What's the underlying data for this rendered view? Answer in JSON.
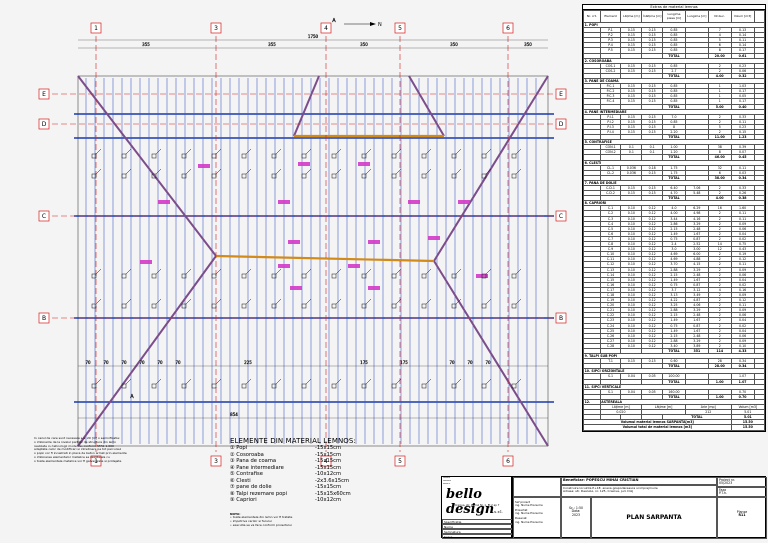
{
  "grid": {
    "columns": [
      "1",
      "3",
      "4",
      "5",
      "6"
    ],
    "rows": [
      "E",
      "D",
      "C",
      "B"
    ],
    "north_label": "N",
    "dims_top": [
      "1750",
      "355",
      "355",
      "350",
      "350",
      "350"
    ],
    "dims_bottom": [
      "70",
      "70",
      "70",
      "70",
      "70",
      "70",
      "225",
      "175",
      "175",
      "70",
      "70",
      "70"
    ],
    "dim_total_bottom": "854",
    "section_label": "A"
  },
  "materials": {
    "caption": "Extras de material lemnos",
    "headers": [
      "Nr. crt.",
      "Element",
      "Lățime [m]",
      "Înălțime [m]",
      "Lungime piesa [m]",
      "Lungime [m]",
      "Nr.buc.",
      "Volum [m3]"
    ],
    "sections": [
      {
        "title": "1. POPI",
        "rows": [
          [
            "P.1",
            "0.15",
            "0.15",
            "0.85",
            "",
            "7",
            "0.13"
          ],
          [
            "P.2",
            "0.15",
            "0.15",
            "0.85",
            "",
            "4",
            "0.14"
          ],
          [
            "P.3",
            "0.15",
            "0.15",
            "0.85",
            "",
            "5",
            "0.11"
          ],
          [
            "P.4",
            "0.15",
            "0.15",
            "0.85",
            "",
            "6",
            "0.14"
          ],
          [
            "P.5",
            "0.15",
            "0.15",
            "0.85",
            "",
            "8",
            "0.17"
          ]
        ],
        "total": [
          "TOTAL",
          "",
          "20.00",
          "0.61"
        ]
      },
      {
        "title": "2. COSOROABA",
        "rows": [
          [
            "COS.1",
            "0.15",
            "0.15",
            "0.85",
            "",
            "2",
            "0.23"
          ],
          [
            "COS.2",
            "0.15",
            "0.15",
            "2.7",
            "",
            "2",
            "0.06"
          ]
        ],
        "total": [
          "TOTAL",
          "",
          "4.00",
          "0.32"
        ]
      },
      {
        "title": "3. PANE DE COAMA",
        "rows": [
          [
            "P.C.1",
            "0.15",
            "0.15",
            "0.85",
            "",
            "1",
            "1.03"
          ],
          [
            "P.C.2",
            "0.15",
            "0.15",
            "0.85",
            "",
            "1",
            "0.17"
          ],
          [
            "P.C.3",
            "0.15",
            "0.15",
            "0.85",
            "",
            "1",
            "0.05"
          ],
          [
            "P.C.4",
            "0.15",
            "0.15",
            "0.85",
            "",
            "1",
            "0.17"
          ]
        ],
        "total": [
          "TOTAL",
          "",
          "5.00",
          "0.40"
        ]
      },
      {
        "title": "4. PANE INTERMEDIARE",
        "rows": [
          [
            "P.I.1",
            "0.15",
            "0.15",
            "7.0",
            "",
            "2",
            "0.33"
          ],
          [
            "P.I.2",
            "0.15",
            "0.15",
            "0.85",
            "",
            "2",
            "0.11"
          ],
          [
            "P.I.3",
            "0.15",
            "0.15",
            "8",
            "",
            "5",
            "0.23"
          ],
          [
            "P.I.4",
            "0.15",
            "0.15",
            "2.20",
            "",
            "2",
            "0.15"
          ]
        ],
        "total": [
          "TOTAL",
          "",
          "11.00",
          "1.23"
        ]
      },
      {
        "title": "5. CONTRAFISE",
        "rows": [
          [
            "CON.1",
            "0.1",
            "0.1",
            "1.00",
            "",
            "38",
            "0.39"
          ],
          [
            "CON.2",
            "0.1",
            "0.1",
            "1.20",
            "",
            "8",
            "0.07"
          ]
        ],
        "total": [
          "TOTAL",
          "",
          "46.00",
          "0.45"
        ]
      },
      {
        "title": "6. CLESTI",
        "rows": [
          [
            "CL.1",
            "0.036",
            "0.18",
            "1.75",
            "",
            "32",
            "0.11"
          ],
          [
            "CL.2",
            "0.036",
            "0.15",
            "1.75",
            "",
            "6",
            "0.03"
          ]
        ],
        "total": [
          "TOTAL",
          "",
          "38.00",
          "0.34"
        ]
      },
      {
        "title": "7. PANA DE DOLIE",
        "rows": [
          [
            "C.D.1",
            "0.15",
            "0.15",
            "6.40",
            "7.06",
            "2",
            "0.33"
          ],
          [
            "C.D.2",
            "0.15",
            "0.15",
            "4.70",
            "5.48",
            "2",
            "0.26"
          ]
        ],
        "total": [
          "TOTAL",
          "",
          "4.00",
          "0.38"
        ]
      },
      {
        "title": "8. CAPRIORI",
        "rows": [
          [
            "C.1",
            "0.10",
            "0.12",
            "4.0",
            "6.29",
            "16",
            "1.60"
          ],
          [
            "C.2",
            "0.10",
            "0.12",
            "4.00",
            "4.98",
            "2",
            "0.11"
          ],
          [
            "C.3",
            "0.10",
            "0.12",
            "3.44",
            "4.16",
            "2",
            "0.11"
          ],
          [
            "C.4",
            "0.10",
            "0.12",
            "2.86",
            "3.29",
            "2",
            "0.09"
          ],
          [
            "C.5",
            "0.10",
            "0.12",
            "2.15",
            "2.48",
            "2",
            "0.06"
          ],
          [
            "C.6",
            "0.10",
            "0.12",
            "1.49",
            "1.67",
            "2",
            "0.04"
          ],
          [
            "C.7",
            "0.10",
            "0.12",
            "0.75",
            "0.87",
            "2",
            "0.02"
          ],
          [
            "C.8",
            "0.10",
            "0.12",
            "2.4",
            "2.52",
            "14",
            "0.75"
          ],
          [
            "C.9",
            "0.10",
            "0.12",
            "3.0",
            "3.00",
            "12",
            "0.43"
          ],
          [
            "C.10",
            "0.10",
            "0.12",
            "4.69",
            "6.00",
            "2",
            "0.19"
          ],
          [
            "C.11",
            "0.10",
            "0.12",
            "4.69",
            "4.88",
            "2",
            "0.12"
          ],
          [
            "C.12",
            "0.10",
            "0.12",
            "3.70",
            "4.15",
            "2",
            "0.11"
          ],
          [
            "C.13",
            "0.10",
            "0.12",
            "2.88",
            "3.29",
            "2",
            "0.09"
          ],
          [
            "C.14",
            "0.10",
            "0.12",
            "2.15",
            "2.48",
            "2",
            "0.06"
          ],
          [
            "C.15",
            "0.10",
            "0.12",
            "1.49",
            "1.67",
            "2",
            "0.04"
          ],
          [
            "C.16",
            "0.10",
            "0.12",
            "0.75",
            "0.87",
            "2",
            "0.02"
          ],
          [
            "C.17",
            "0.10",
            "0.12",
            "3.7",
            "3.12",
            "4",
            "0.16"
          ],
          [
            "C.18",
            "0.10",
            "0.12",
            "3.13",
            "3.49",
            "2",
            "0.09"
          ],
          [
            "C.19",
            "0.10",
            "0.12",
            "4.22",
            "4.87",
            "2",
            "0.12"
          ],
          [
            "C.20",
            "0.10",
            "0.12",
            "3.25",
            "4.06",
            "2",
            "0.11"
          ],
          [
            "C.21",
            "0.10",
            "0.12",
            "2.88",
            "3.29",
            "2",
            "0.09"
          ],
          [
            "C.22",
            "0.10",
            "0.12",
            "2.15",
            "2.48",
            "2",
            "0.06"
          ],
          [
            "C.23",
            "0.10",
            "0.12",
            "1.49",
            "1.67",
            "2",
            "0.04"
          ],
          [
            "C.24",
            "0.10",
            "0.12",
            "0.75",
            "0.87",
            "2",
            "0.02"
          ],
          [
            "C.25",
            "0.10",
            "0.12",
            "1.49",
            "1.67",
            "2",
            "0.04"
          ],
          [
            "C.26",
            "0.10",
            "0.12",
            "2.15",
            "2.48",
            "2",
            "0.06"
          ],
          [
            "C.27",
            "0.10",
            "0.12",
            "2.88",
            "3.29",
            "2",
            "0.09"
          ],
          [
            "C.28",
            "0.10",
            "0.12",
            "3.40",
            "3.89",
            "2",
            "0.10"
          ]
        ],
        "total": [
          "TOTAL",
          "351",
          "114",
          "4.33"
        ]
      },
      {
        "title": "9. TALPI SUB POPI",
        "rows": [
          [
            "T.1",
            "0.15",
            "0.15",
            "0.60",
            "",
            "28",
            "0.34"
          ]
        ],
        "total": [
          "TOTAL",
          "",
          "28.00",
          "0.34"
        ]
      },
      {
        "title": "10. SIPCI ORIZONTALE",
        "rows": [
          [
            "S.1",
            "0.04",
            "0.05",
            "100.00",
            "",
            "",
            "1.07"
          ]
        ],
        "total": [
          "TOTAL",
          "",
          "1.00",
          "1.07"
        ]
      },
      {
        "title": "11. SIPCI VERTICALE",
        "rows": [
          [
            "S.1",
            "0.04",
            "0.05",
            "160.00",
            "",
            "",
            "0.70"
          ]
        ],
        "total": [
          "TOTAL",
          "",
          "1.00",
          "0.70"
        ]
      }
    ],
    "astereala": {
      "nr": "12.",
      "title": "ASTEREALA",
      "headers": [
        "Lățime [m]",
        "Lățime [m]",
        "Arie [mp]",
        "Volum [m3]"
      ],
      "row": [
        "0.020",
        "",
        "212",
        "5.01"
      ],
      "total_label": "TOTAL",
      "total": "5.01"
    },
    "volume_rows": [
      [
        "Volumul material lemnos SARPANTA[m3]",
        "15.50"
      ],
      [
        "Volumul total de material lemnos [m3]",
        "15.50"
      ]
    ]
  },
  "notes": [
    "In cazul de care sunt necesare s.a. 20 [m] o semnificatie:",
    "o imbinarile de la nivelul partilor de structura din lemn",
    "realizate cu tehnologii moderne, conform STAS 1.000",
    "adaptate celor de modificari si intretinere pe tot parcursul",
    "o popii vor fi incastrati in placa de beton armat prin elemente",
    "o imbinarea elementelor metalice se realizeaza cu",
    "o toate elementele metalice vor fi galvanizate si protejate"
  ],
  "legend": {
    "title": "ELEMENTE DIN MATERIAL LEMNOS:",
    "items": [
      {
        "label": "① Popi",
        "value": "-15x15cm"
      },
      {
        "label": "② Cosoroaba",
        "value": "-15x15cm"
      },
      {
        "label": "③ Pana de coama",
        "value": "-15x15cm"
      },
      {
        "label": "④ Pane intermediare",
        "value": "-15x15cm"
      },
      {
        "label": "⑤ Contrafise",
        "value": "-10x12cm"
      },
      {
        "label": "⑥ Clesti",
        "value": "-2x3.6x15cm"
      },
      {
        "label": "⑦ pane de dolie",
        "value": "-15x15cm"
      },
      {
        "label": "⑧ Talpi rezemare popi",
        "value": "-15x15x60cm"
      },
      {
        "label": "⑨ Capriori",
        "value": "-10x12cm"
      }
    ],
    "sub_title": "NOTA:",
    "sub_items": [
      "• toate elementele din lemn vor fi tratate",
      "• impotriva carilor si focului",
      "• executia se va face conform proiectului"
    ]
  },
  "title_block": {
    "brand": "bello design",
    "brand_suffix": "s.r.l.",
    "brand_address": "Craiova, str. Romul Nr. 1, Et 2 ap 7",
    "left_rows": [
      "Verificator",
      "Nume",
      "Semnatura",
      "Cerinta",
      "Referat nr."
    ],
    "left_roles": [
      "Specificatie",
      "Nume",
      "Semnatura",
      "Scara"
    ],
    "role_rows": [
      "Sef proiect",
      "Proiectat",
      "Desenat"
    ],
    "role_names": [
      "ing. Nume Prenume",
      "ing. Nume Prenume",
      "ing. Nume Prenume"
    ],
    "beneficiar": "Beneficiar: POPESCU MIHAI CRISTIAN",
    "project": "Construire locuinta P+1E, anexa gospodareasca si imprejmuire",
    "address": "Adresa: str. Dealului, nr. 125, Craiova, jud. Dolj",
    "scale_label": "Sc.: 1:50",
    "date_label": "Data:",
    "date": "2023",
    "sheet_title": "PLAN SARPANTA",
    "project_no_label": "Proiect nr.",
    "project_no": "05/2023",
    "phase_label": "Faza",
    "phase": "P.T.h.",
    "plan_no_label": "Planse",
    "plan_no": "R11"
  }
}
